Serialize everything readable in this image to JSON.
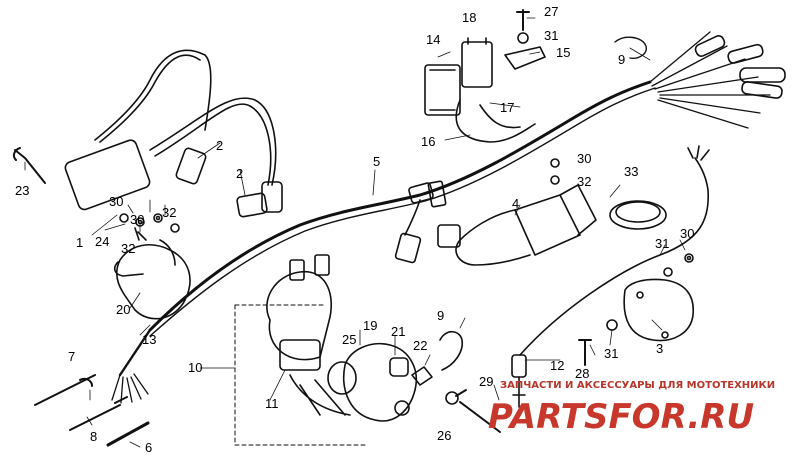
{
  "diagram": {
    "labels": [
      {
        "id": "p1",
        "text": "1"
      },
      {
        "id": "p2a",
        "text": "2"
      },
      {
        "id": "p2b",
        "text": "2"
      },
      {
        "id": "p3",
        "text": "3"
      },
      {
        "id": "p4",
        "text": "4"
      },
      {
        "id": "p5",
        "text": "5"
      },
      {
        "id": "p6",
        "text": "6"
      },
      {
        "id": "p7",
        "text": "7"
      },
      {
        "id": "p8",
        "text": "8"
      },
      {
        "id": "p9a",
        "text": "9"
      },
      {
        "id": "p9b",
        "text": "9"
      },
      {
        "id": "p10",
        "text": "10"
      },
      {
        "id": "p11",
        "text": "11"
      },
      {
        "id": "p12",
        "text": "12"
      },
      {
        "id": "p13",
        "text": "13"
      },
      {
        "id": "p14",
        "text": "14"
      },
      {
        "id": "p15",
        "text": "15"
      },
      {
        "id": "p16",
        "text": "16"
      },
      {
        "id": "p17",
        "text": "17"
      },
      {
        "id": "p18",
        "text": "18"
      },
      {
        "id": "p19",
        "text": "19"
      },
      {
        "id": "p20",
        "text": "20"
      },
      {
        "id": "p21",
        "text": "21"
      },
      {
        "id": "p22",
        "text": "22"
      },
      {
        "id": "p23",
        "text": "23"
      },
      {
        "id": "p24",
        "text": "24"
      },
      {
        "id": "p25",
        "text": "25"
      },
      {
        "id": "p26",
        "text": "26"
      },
      {
        "id": "p27",
        "text": "27"
      },
      {
        "id": "p28",
        "text": "28"
      },
      {
        "id": "p29",
        "text": "29"
      },
      {
        "id": "p30a",
        "text": "30"
      },
      {
        "id": "p30b",
        "text": "30"
      },
      {
        "id": "p30c",
        "text": "30"
      },
      {
        "id": "p30d",
        "text": "30"
      },
      {
        "id": "p31a",
        "text": "31"
      },
      {
        "id": "p31b",
        "text": "31"
      },
      {
        "id": "p31c",
        "text": "31"
      },
      {
        "id": "p32a",
        "text": "32"
      },
      {
        "id": "p32b",
        "text": "32"
      },
      {
        "id": "p32c",
        "text": "32"
      },
      {
        "id": "p33",
        "text": "33"
      }
    ]
  },
  "watermark": {
    "tagline": "ЗАПЧАСТИ И АКСЕССУАРЫ ДЛЯ МОТОТЕХНИКИ",
    "logo": "PARTSFOR.RU",
    "color": "#c7372c"
  }
}
